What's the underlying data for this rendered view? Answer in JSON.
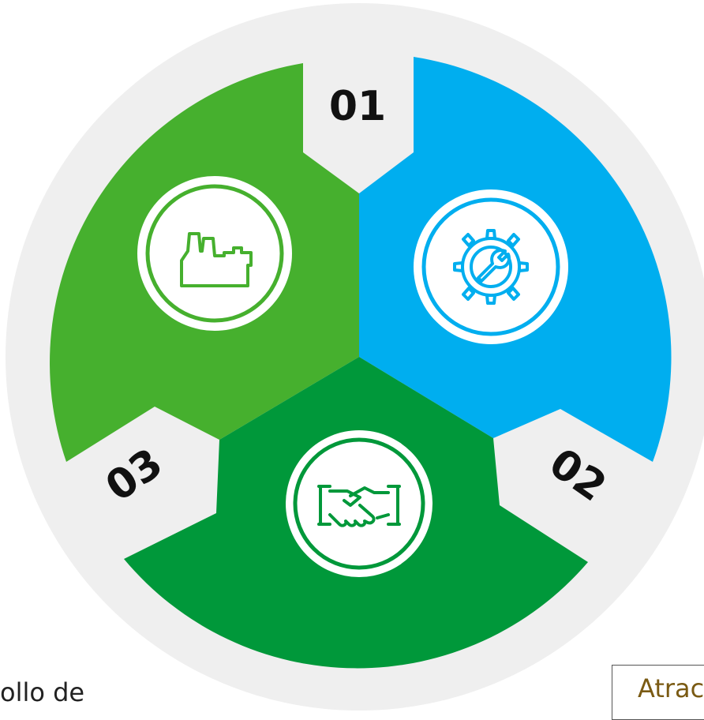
{
  "diagram": {
    "steps": [
      {
        "number": "01",
        "icon": "factory-icon",
        "color": "#46b02e"
      },
      {
        "number": "02",
        "icon": "gear-wrench-icon",
        "color": "#00aeef"
      },
      {
        "number": "03",
        "icon": "handshake-icon",
        "color": "#00983a"
      }
    ],
    "ring_color": "#efefef",
    "icon_circle_color": "#ffffff"
  },
  "edge_text": {
    "left": "ollo de",
    "right": "Atrac"
  }
}
